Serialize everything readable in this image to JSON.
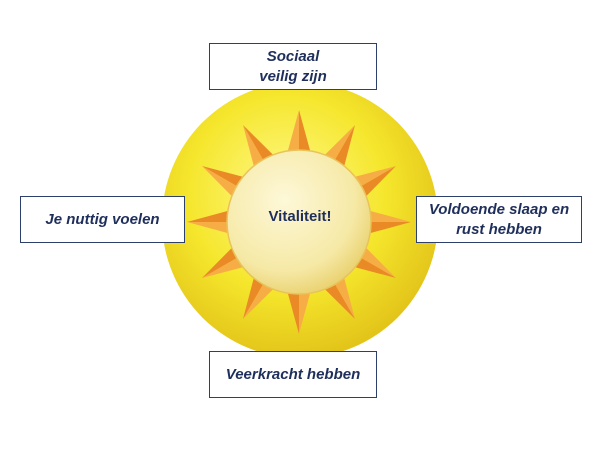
{
  "diagram": {
    "center_label": "Vitaliteit!",
    "boxes": {
      "top": "Sociaal\nveilig zijn",
      "left": "Je nuttig voelen",
      "right": "Voldoende slaap en\nrust hebben",
      "bottom": "Veerkracht hebben"
    }
  },
  "colors": {
    "outer_disc": "#f2e12a",
    "ray": "#f2952e",
    "sun_face": "#f6ecb0",
    "text": "#1f2f5c",
    "box_border": "#2d3f6b"
  }
}
